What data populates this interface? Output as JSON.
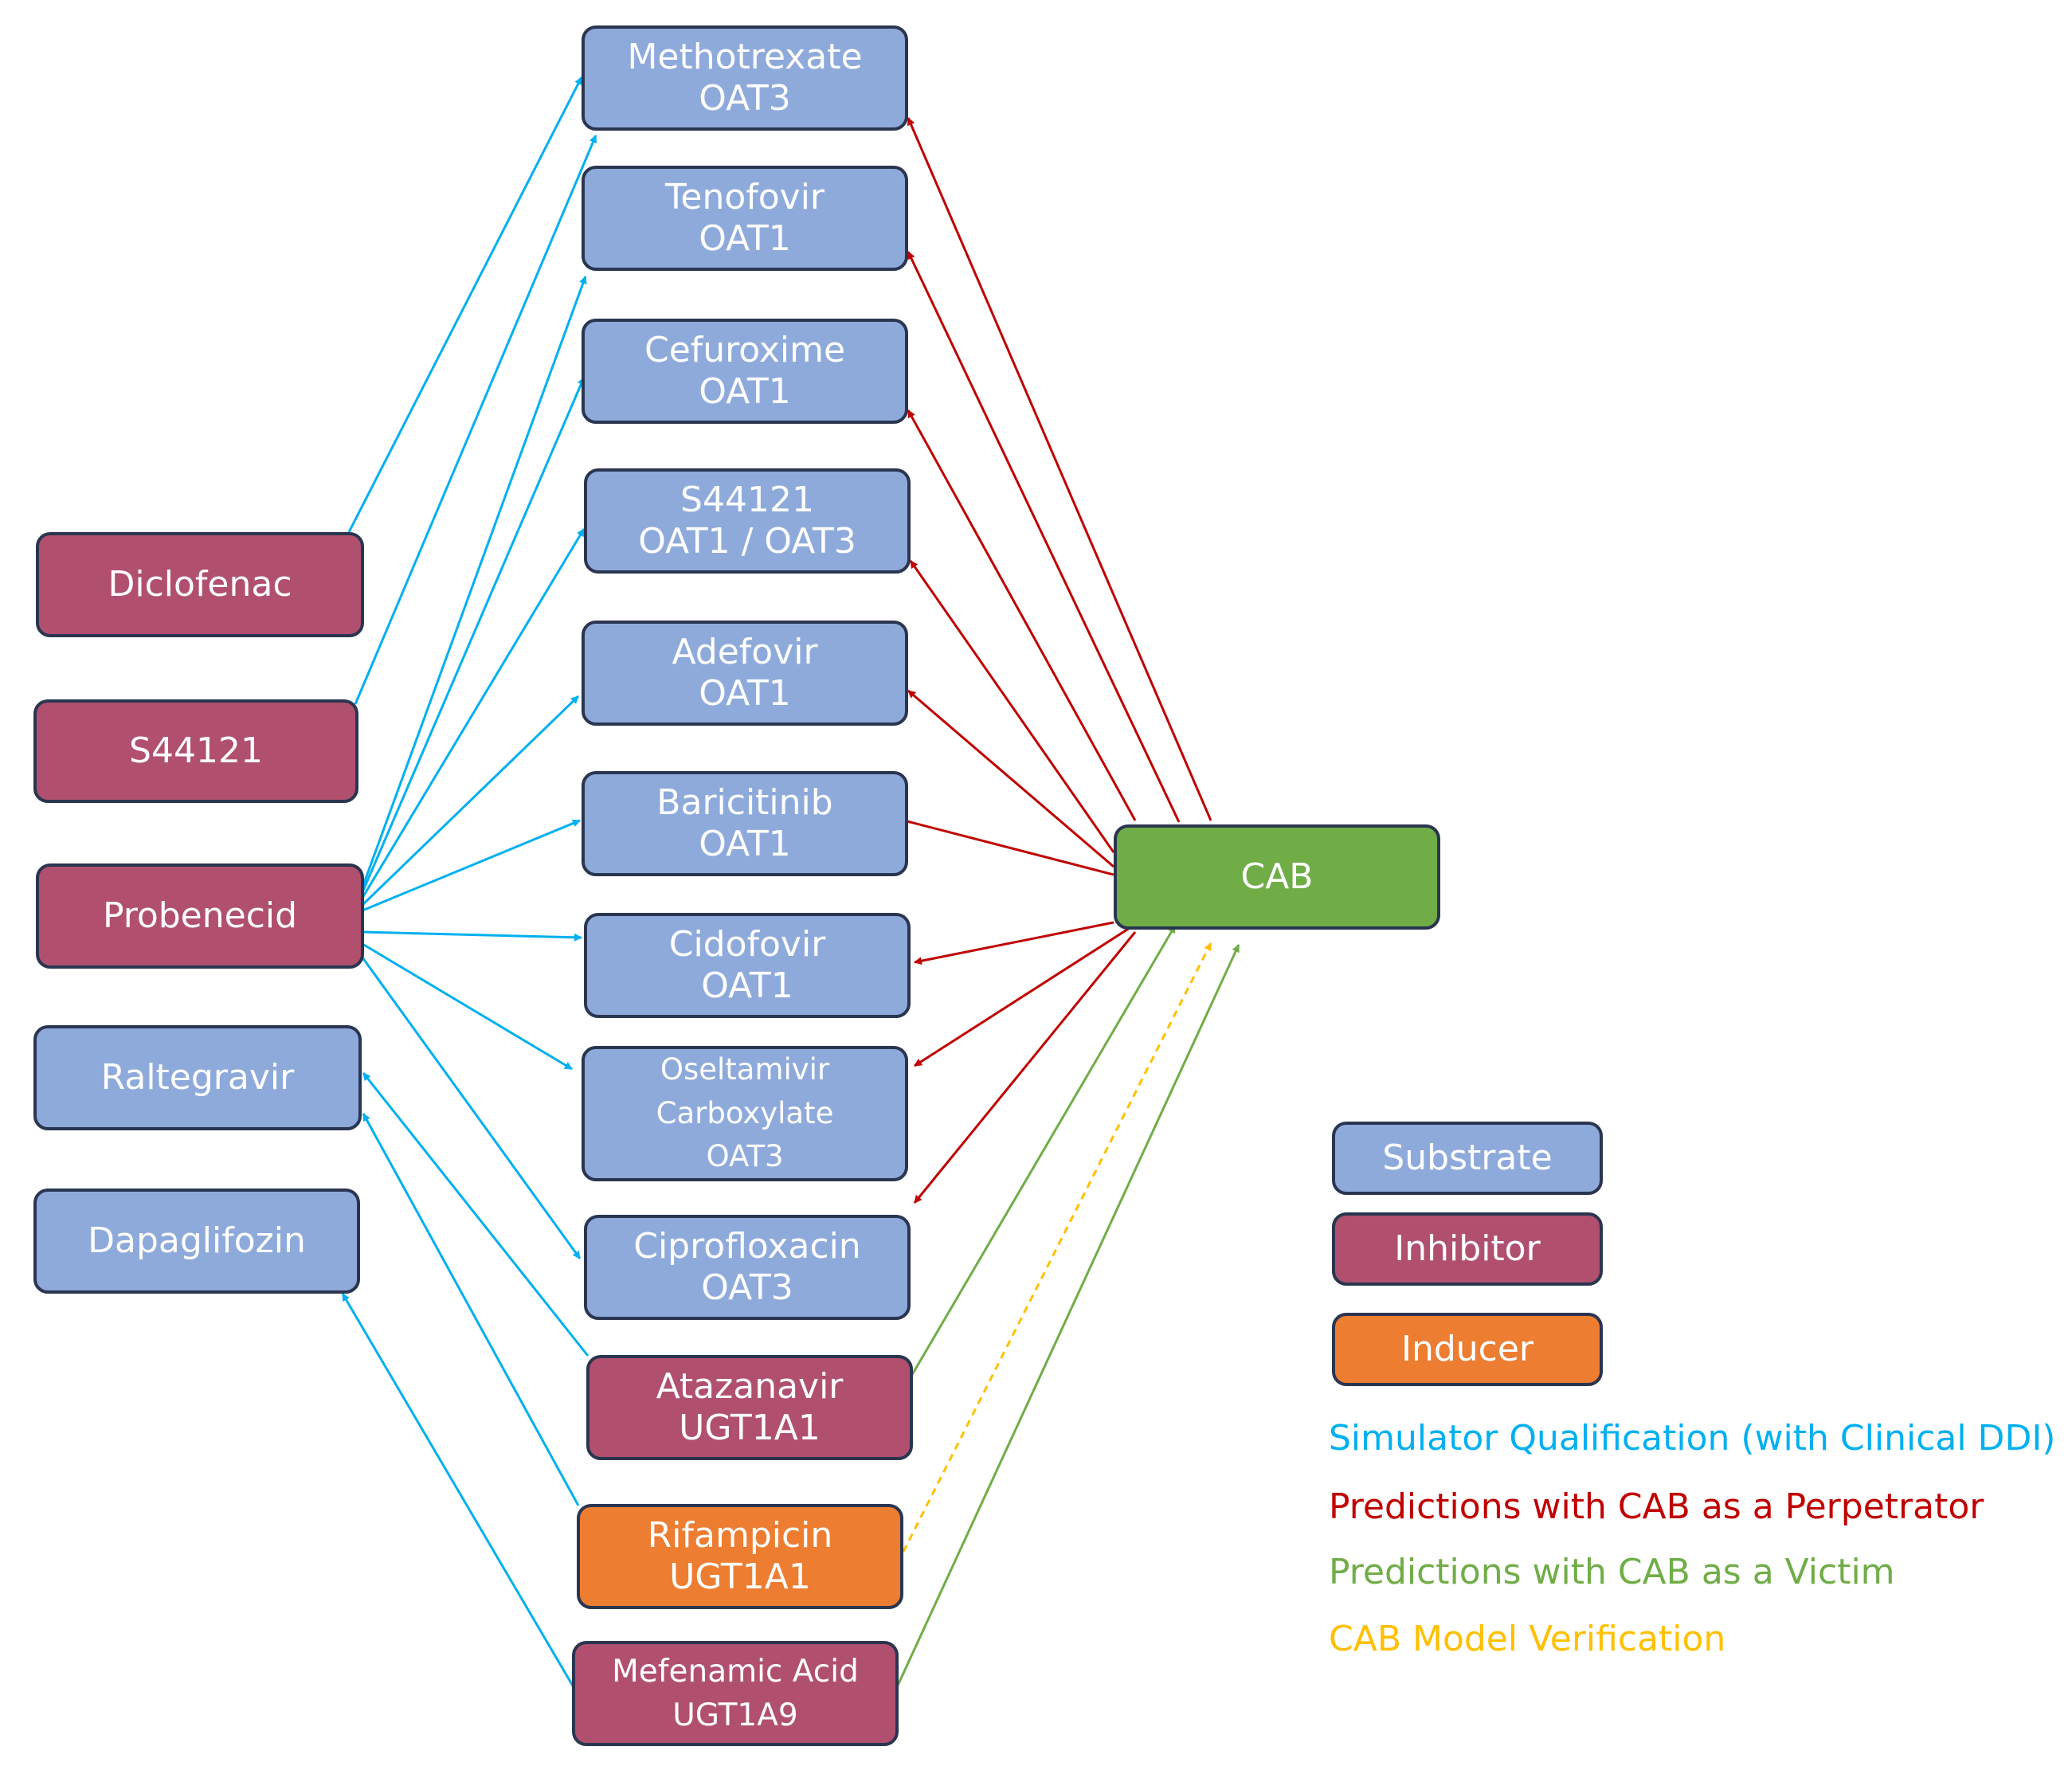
{
  "colors": {
    "substrate": "#8eaadb",
    "inhibitor": "#b0506e",
    "inducer": "#ed7d31",
    "cab": "#70ad47",
    "qualification_arrow": "#00b0f0",
    "perpetrator_arrow": "#c00000",
    "victim_arrow": "#70ad47",
    "verification_arrow": "#ffc000"
  },
  "nodes": {
    "methotrexate": {
      "line1": "Methotrexate",
      "line2": "OAT3",
      "role": "substrate"
    },
    "tenofovir": {
      "line1": "Tenofovir",
      "line2": "OAT1",
      "role": "substrate"
    },
    "cefuroxime": {
      "line1": "Cefuroxime",
      "line2": "OAT1",
      "role": "substrate"
    },
    "s44121_sub": {
      "line1": "S44121",
      "line2": "OAT1 / OAT3",
      "role": "substrate"
    },
    "adefovir": {
      "line1": "Adefovir",
      "line2": "OAT1",
      "role": "substrate"
    },
    "baricitinib": {
      "line1": "Baricitinib",
      "line2": "OAT1",
      "role": "substrate"
    },
    "cidofovir": {
      "line1": "Cidofovir",
      "line2": "OAT1",
      "role": "substrate"
    },
    "oseltamivir": {
      "line1": "Oseltamivir",
      "line2": "Carboxylate",
      "line3": "OAT3",
      "role": "substrate"
    },
    "ciprofloxacin": {
      "line1": "Ciprofloxacin",
      "line2": "OAT3",
      "role": "substrate"
    },
    "atazanavir": {
      "line1": "Atazanavir",
      "line2": "UGT1A1",
      "role": "inhibitor"
    },
    "rifampicin": {
      "line1": "Rifampicin",
      "line2": "UGT1A1",
      "role": "inducer"
    },
    "mefenamic": {
      "line1": "Mefenamic Acid",
      "line2": "UGT1A9",
      "role": "inhibitor"
    },
    "diclofenac": {
      "label": "Diclofenac",
      "role": "inhibitor"
    },
    "s44121_inh": {
      "label": "S44121",
      "role": "inhibitor"
    },
    "probenecid": {
      "label": "Probenecid",
      "role": "inhibitor"
    },
    "raltegravir": {
      "label": "Raltegravir",
      "role": "substrate"
    },
    "dapaglifozin": {
      "label": "Dapaglifozin",
      "role": "substrate"
    },
    "cab": {
      "label": "CAB",
      "role": "cab"
    }
  },
  "edges": [
    {
      "from": "diclofenac",
      "to": "methotrexate",
      "kind": "qualification"
    },
    {
      "from": "s44121_inh",
      "to": "methotrexate",
      "kind": "qualification"
    },
    {
      "from": "probenecid",
      "to": "tenofovir",
      "kind": "qualification"
    },
    {
      "from": "probenecid",
      "to": "cefuroxime",
      "kind": "qualification"
    },
    {
      "from": "probenecid",
      "to": "s44121_sub",
      "kind": "qualification"
    },
    {
      "from": "probenecid",
      "to": "adefovir",
      "kind": "qualification"
    },
    {
      "from": "probenecid",
      "to": "baricitinib",
      "kind": "qualification"
    },
    {
      "from": "probenecid",
      "to": "cidofovir",
      "kind": "qualification"
    },
    {
      "from": "probenecid",
      "to": "oseltamivir",
      "kind": "qualification"
    },
    {
      "from": "probenecid",
      "to": "ciprofloxacin",
      "kind": "qualification"
    },
    {
      "from": "atazanavir",
      "to": "raltegravir",
      "kind": "qualification"
    },
    {
      "from": "rifampicin",
      "to": "raltegravir",
      "kind": "qualification"
    },
    {
      "from": "mefenamic",
      "to": "dapaglifozin",
      "kind": "qualification"
    },
    {
      "from": "cab",
      "to": "methotrexate",
      "kind": "perpetrator"
    },
    {
      "from": "cab",
      "to": "tenofovir",
      "kind": "perpetrator"
    },
    {
      "from": "cab",
      "to": "cefuroxime",
      "kind": "perpetrator"
    },
    {
      "from": "cab",
      "to": "s44121_sub",
      "kind": "perpetrator"
    },
    {
      "from": "cab",
      "to": "adefovir",
      "kind": "perpetrator"
    },
    {
      "from": "cab",
      "to": "baricitinib",
      "kind": "perpetrator"
    },
    {
      "from": "cab",
      "to": "cidofovir",
      "kind": "perpetrator"
    },
    {
      "from": "cab",
      "to": "oseltamivir",
      "kind": "perpetrator"
    },
    {
      "from": "cab",
      "to": "ciprofloxacin",
      "kind": "perpetrator"
    },
    {
      "from": "atazanavir",
      "to": "cab",
      "kind": "victim"
    },
    {
      "from": "mefenamic",
      "to": "cab",
      "kind": "victim"
    },
    {
      "from": "rifampicin",
      "to": "cab",
      "kind": "verification"
    }
  ],
  "legend": {
    "substrate": "Substrate",
    "inhibitor": "Inhibitor",
    "inducer": "Inducer",
    "qualification": "Simulator Qualification (with Clinical DDI)",
    "perpetrator": "Predictions with CAB as a Perpetrator",
    "victim": "Predictions with CAB as a Victim",
    "verification": "CAB Model Verification"
  }
}
